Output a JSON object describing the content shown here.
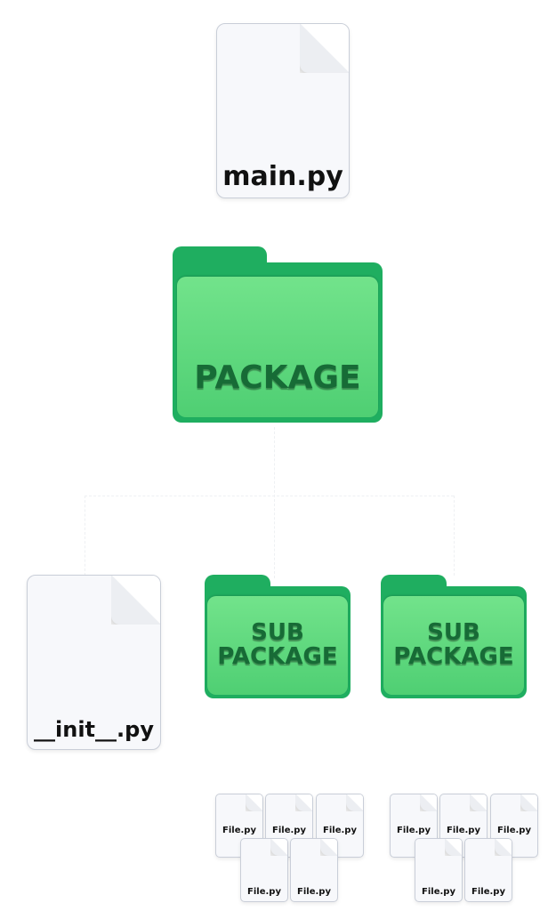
{
  "root_file": {
    "label": "main.py"
  },
  "package": {
    "label": "PACKAGE",
    "color": "#4fcf73"
  },
  "init_file": {
    "label": "__init__.py"
  },
  "subpackages": [
    {
      "label_line1": "SUB",
      "label_line2": "PACKAGE"
    },
    {
      "label_line1": "SUB",
      "label_line2": "PACKAGE"
    }
  ],
  "file_groups": [
    {
      "files": [
        "File.py",
        "File.py",
        "File.py",
        "File.py",
        "File.py"
      ]
    },
    {
      "files": [
        "File.py",
        "File.py",
        "File.py",
        "File.py",
        "File.py"
      ]
    }
  ]
}
